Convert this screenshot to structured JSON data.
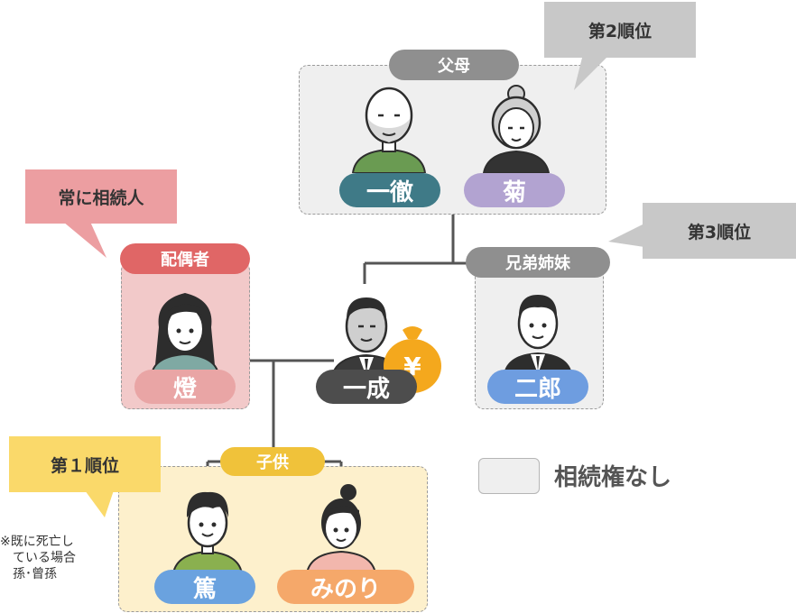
{
  "groups": {
    "parents_label": "父母",
    "spouse_label": "配偶者",
    "siblings_label": "兄弟姉妹",
    "children_label": "子供"
  },
  "people": {
    "father": "一徹",
    "mother": "菊",
    "spouse": "燈",
    "deceased": "一成",
    "sibling": "二郎",
    "child_son": "篤",
    "child_daughter": "みのり"
  },
  "callouts": {
    "rank2": "第2順位",
    "rank3": "第3順位",
    "always": "常に相続人",
    "rank1": "第１順位"
  },
  "note_lines": [
    "※既に死亡し",
    "　ている場合",
    "　孫･曾孫"
  ],
  "legend": {
    "label": "相続権なし"
  },
  "icons": {
    "money_bag": "¥"
  },
  "colors": {
    "gray_box": "#efefef",
    "pink_box": "#f2c9c9",
    "yellow_box": "#fdf0cc",
    "father_pill": "#3f7a87",
    "mother_pill": "#b2a3d1",
    "spouse_pill": "#e9a5a5",
    "deceased_pill": "#4d4d4d",
    "sibling_pill": "#6e9de0",
    "son_pill": "#6aa2df",
    "daughter_pill": "#f5a86a",
    "spouse_header": "#e06666",
    "children_header": "#f0c23a",
    "gray_header": "#8f8f8f",
    "callout_gray": "#c8c8c8",
    "callout_pink": "#ec9ea1",
    "callout_yellow": "#fad96a",
    "money_bag": "#f4a81d"
  }
}
